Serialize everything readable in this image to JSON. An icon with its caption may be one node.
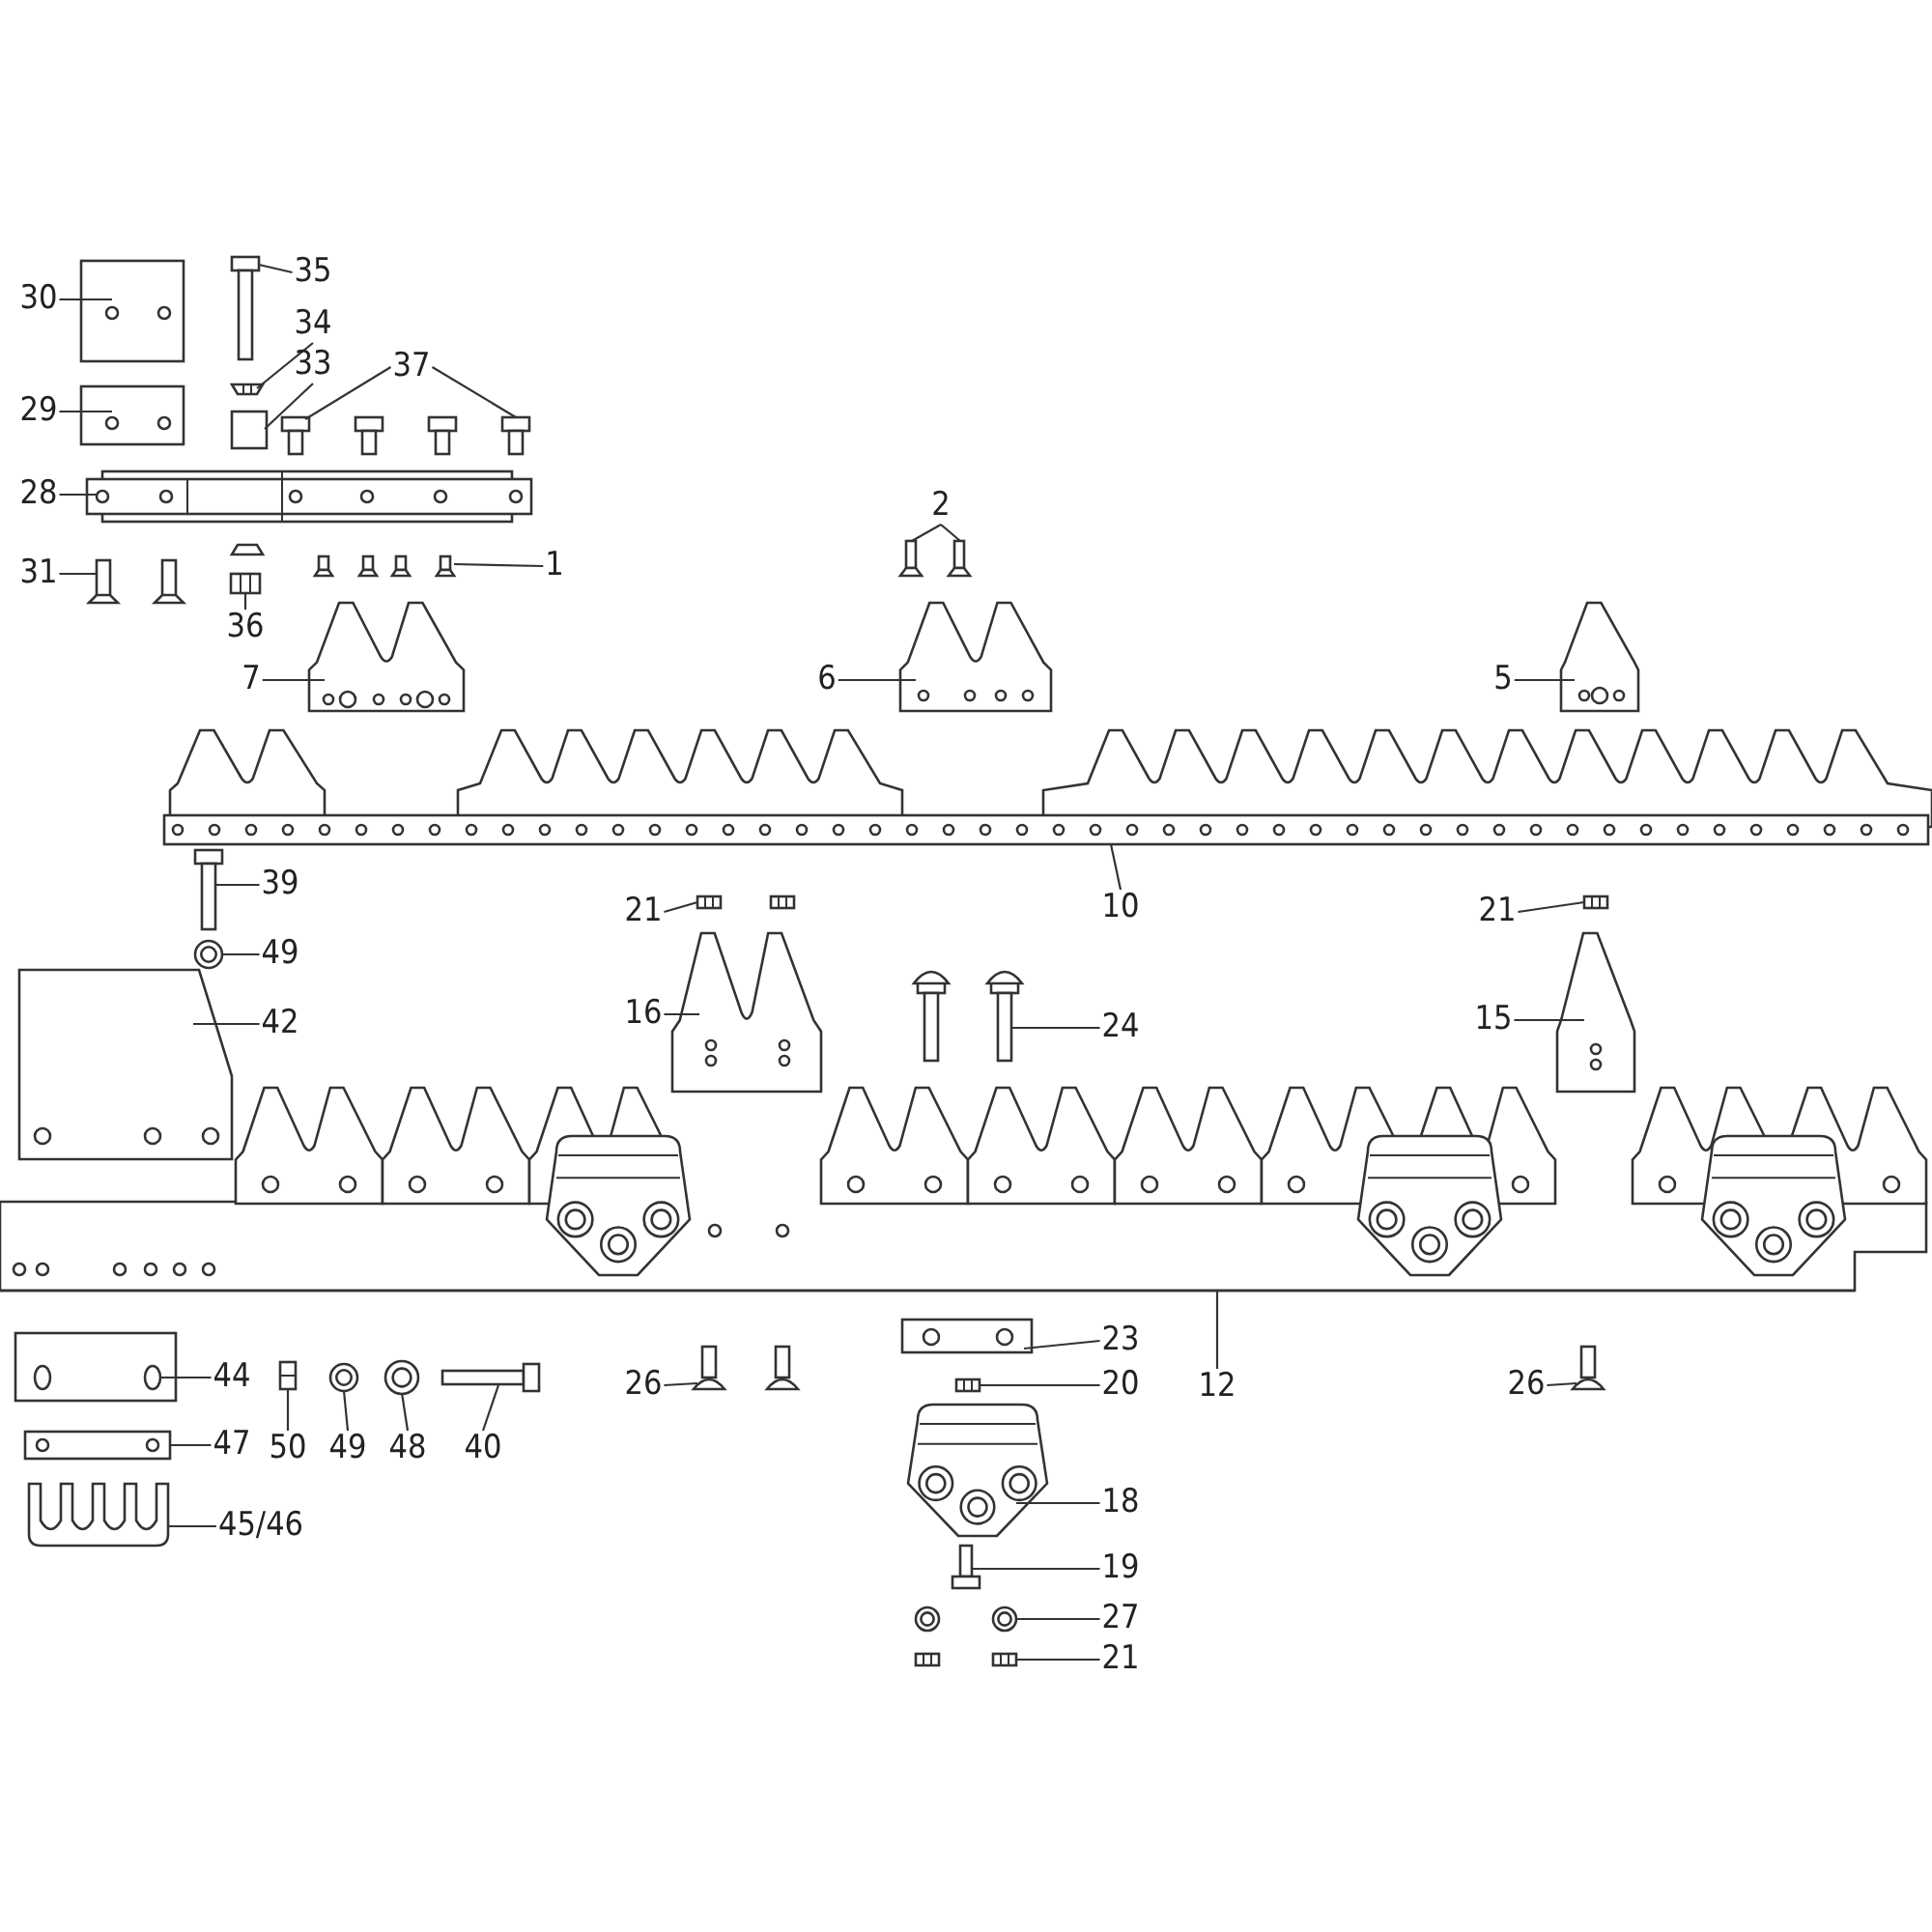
{
  "diagram": {
    "nodes": [
      {
        "text": [
          "30"
        ]
      },
      {
        "text": [],
        "shape": "picture"
      },
      {
        "text": [
          "35"
        ]
      },
      {
        "text": [],
        "shape": "picture"
      },
      {
        "text": [
          "34"
        ]
      },
      {
        "text": [],
        "shape": "picture"
      },
      {
        "text": [
          "33"
        ]
      },
      {
        "text": [],
        "shape": "box"
      },
      {
        "text": [
          "37"
        ]
      },
      {
        "text": [],
        "shape": "picture"
      },
      {
        "text": [],
        "shape": "picture"
      },
      {
        "text": [
          "29"
        ]
      },
      {
        "text": [],
        "shape": "picture"
      },
      {
        "text": [
          "28"
        ]
      },
      {
        "text": [],
        "shape": "picture"
      },
      {
        "text": [
          "31"
        ]
      },
      {
        "text": [],
        "shape": "picture"
      },
      {
        "text": [
          "36"
        ]
      },
      {
        "text": [],
        "shape": "picture"
      },
      {
        "text": [
          "1"
        ]
      },
      {
        "text": [],
        "shape": "picture"
      },
      {
        "text": [
          "2"
        ]
      },
      {
        "text": [],
        "shape": "picture"
      },
      {
        "text": [],
        "shape": "picture"
      },
      {
        "text": [
          "7"
        ]
      },
      {
        "text": [],
        "shape": "picture"
      },
      {
        "text": [
          "6"
        ]
      },
      {
        "text": [],
        "shape": "picture"
      },
      {
        "text": [
          "5"
        ]
      },
      {
        "text": [],
        "shape": "picture"
      },
      {
        "text": [
          "10"
        ]
      },
      {
        "text": [],
        "shape": "picture"
      },
      {
        "text": [
          "39"
        ]
      },
      {
        "text": [],
        "shape": "picture"
      },
      {
        "text": [
          "49"
        ]
      },
      {
        "text": [],
        "shape": "picture"
      },
      {
        "text": [
          "42"
        ]
      },
      {
        "text": [],
        "shape": "picture"
      },
      {
        "text": [
          "21"
        ]
      },
      {
        "text": [],
        "shape": "picture"
      },
      {
        "text": [
          "21"
        ]
      },
      {
        "text": [],
        "shape": "picture"
      },
      {
        "text": [
          "16"
        ]
      },
      {
        "text": [],
        "shape": "picture"
      },
      {
        "text": [
          "24"
        ]
      },
      {
        "text": [],
        "shape": "picture"
      },
      {
        "text": [
          "15"
        ]
      },
      {
        "text": [],
        "shape": "picture"
      },
      {
        "text": [
          "12"
        ]
      },
      {
        "text": [],
        "shape": "picture"
      },
      {
        "text": [
          "44"
        ]
      },
      {
        "text": [],
        "shape": "picture"
      },
      {
        "text": [
          "50"
        ]
      },
      {
        "text": [],
        "shape": "picture"
      },
      {
        "text": [
          "49"
        ]
      },
      {
        "text": [],
        "shape": "picture"
      },
      {
        "text": [
          "48"
        ]
      },
      {
        "text": [],
        "shape": "picture"
      },
      {
        "text": [
          "40"
        ]
      },
      {
        "text": [],
        "shape": "picture"
      },
      {
        "text": [
          "23"
        ]
      },
      {
        "text": [],
        "shape": "picture"
      },
      {
        "text": [
          "26"
        ]
      },
      {
        "text": [],
        "shape": "picture"
      },
      {
        "text": [
          "26"
        ]
      },
      {
        "text": [],
        "shape": "picture"
      },
      {
        "text": [
          "20"
        ]
      },
      {
        "text": [],
        "shape": "picture"
      },
      {
        "text": [
          "18"
        ]
      },
      {
        "text": [],
        "shape": "picture"
      },
      {
        "text": [
          "47"
        ]
      },
      {
        "text": [],
        "shape": "picture"
      },
      {
        "text": [
          "45/46"
        ]
      },
      {
        "text": [],
        "shape": "picture"
      },
      {
        "text": [
          "19"
        ]
      },
      {
        "text": [],
        "shape": "picture"
      },
      {
        "text": [
          "27"
        ]
      },
      {
        "text": [],
        "shape": "picture"
      },
      {
        "text": [
          "21"
        ]
      },
      {
        "text": [],
        "shape": "picture"
      }
    ],
    "edges": [
      {
        "from": 0,
        "to": 1,
        "arrow": "none"
      },
      {
        "from": 2,
        "to": 3,
        "arrow": "none"
      },
      {
        "from": 4,
        "to": 5,
        "arrow": "none"
      },
      {
        "from": 6,
        "to": 7,
        "arrow": "none"
      },
      {
        "from": 8,
        "to": 9,
        "arrow": "none"
      },
      {
        "from": 8,
        "to": 10,
        "arrow": "none"
      },
      {
        "from": 11,
        "to": 12,
        "arrow": "none"
      },
      {
        "from": 13,
        "to": 14,
        "arrow": "none"
      },
      {
        "from": 15,
        "to": 16,
        "arrow": "none"
      },
      {
        "from": 17,
        "to": 18,
        "arrow": "none"
      },
      {
        "from": 19,
        "to": 20,
        "arrow": "none"
      },
      {
        "from": 21,
        "to": 22,
        "arrow": "none"
      },
      {
        "from": 21,
        "to": 23,
        "arrow": "none"
      },
      {
        "from": 24,
        "to": 25,
        "arrow": "none"
      },
      {
        "from": 26,
        "to": 27,
        "arrow": "none"
      },
      {
        "from": 28,
        "to": 29,
        "arrow": "none"
      },
      {
        "from": 30,
        "to": 31,
        "arrow": "none"
      },
      {
        "from": 32,
        "to": 33,
        "arrow": "none"
      },
      {
        "from": 34,
        "to": 35,
        "arrow": "none"
      },
      {
        "from": 36,
        "to": 37,
        "arrow": "none"
      },
      {
        "from": 38,
        "to": 39,
        "arrow": "none"
      },
      {
        "from": 40,
        "to": 41,
        "arrow": "none"
      },
      {
        "from": 42,
        "to": 43,
        "arrow": "none"
      },
      {
        "from": 44,
        "to": 45,
        "arrow": "none"
      },
      {
        "from": 46,
        "to": 47,
        "arrow": "none"
      },
      {
        "from": 48,
        "to": 49,
        "arrow": "none"
      },
      {
        "from": 50,
        "to": 51,
        "arrow": "none"
      },
      {
        "from": 52,
        "to": 53,
        "arrow": "none"
      },
      {
        "from": 54,
        "to": 55,
        "arrow": "none"
      },
      {
        "from": 56,
        "to": 57,
        "arrow": "none"
      },
      {
        "from": 58,
        "to": 59,
        "arrow": "none"
      },
      {
        "from": 60,
        "to": 61,
        "arrow": "none"
      },
      {
        "from": 62,
        "to": 63,
        "arrow": "none"
      },
      {
        "from": 64,
        "to": 65,
        "arrow": "none"
      },
      {
        "from": 66,
        "to": 67,
        "arrow": "none"
      },
      {
        "from": 68,
        "to": 69,
        "arrow": "none"
      },
      {
        "from": 70,
        "to": 71,
        "arrow": "none"
      },
      {
        "from": 72,
        "to": 73,
        "arrow": "none"
      },
      {
        "from": 74,
        "to": 75,
        "arrow": "none"
      },
      {
        "from": 76,
        "to": 77,
        "arrow": "none"
      },
      {
        "from": 78,
        "to": 79,
        "arrow": "none"
      }
    ]
  }
}
